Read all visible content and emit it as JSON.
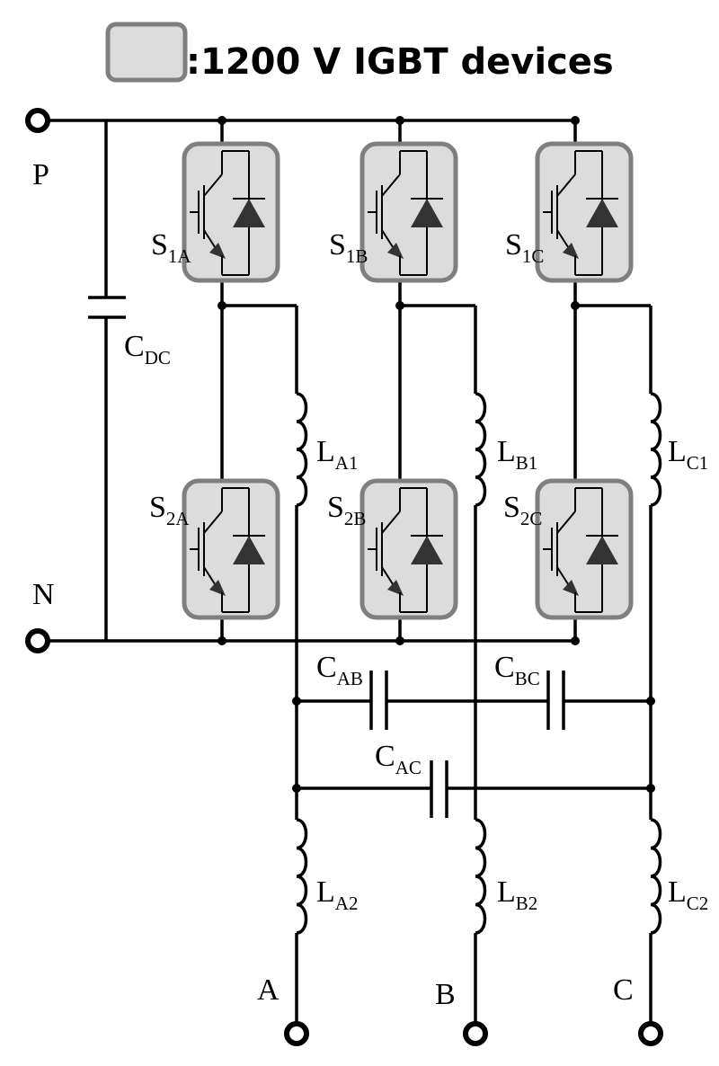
{
  "legend": {
    "text": ":1200 V IGBT devices",
    "swatch_fill": "#dcdcdc",
    "swatch_stroke": "#7f7f7f"
  },
  "terminals": {
    "p": "P",
    "n": "N",
    "a": "A",
    "b": "B",
    "c": "C"
  },
  "capacitors": {
    "dc": {
      "main": "C",
      "sub": "DC"
    },
    "ab": {
      "main": "C",
      "sub": "AB"
    },
    "bc": {
      "main": "C",
      "sub": "BC"
    },
    "ac": {
      "main": "C",
      "sub": "AC"
    }
  },
  "inductors": {
    "a1": {
      "main": "L",
      "sub": "A1"
    },
    "b1": {
      "main": "L",
      "sub": "B1"
    },
    "c1": {
      "main": "L",
      "sub": "C1"
    },
    "a2": {
      "main": "L",
      "sub": "A2"
    },
    "b2": {
      "main": "L",
      "sub": "B2"
    },
    "c2": {
      "main": "L",
      "sub": "C2"
    }
  },
  "switches": {
    "s1a": {
      "main": "S",
      "sub": "1A"
    },
    "s1b": {
      "main": "S",
      "sub": "1B"
    },
    "s1c": {
      "main": "S",
      "sub": "1C"
    },
    "s2a": {
      "main": "S",
      "sub": "2A"
    },
    "s2b": {
      "main": "S",
      "sub": "2B"
    },
    "s2c": {
      "main": "S",
      "sub": "2C"
    }
  },
  "colors": {
    "module_fill": "#dcdcdc",
    "module_border": "#7f7f7f",
    "diode": "#333333",
    "wire": "#000000"
  }
}
